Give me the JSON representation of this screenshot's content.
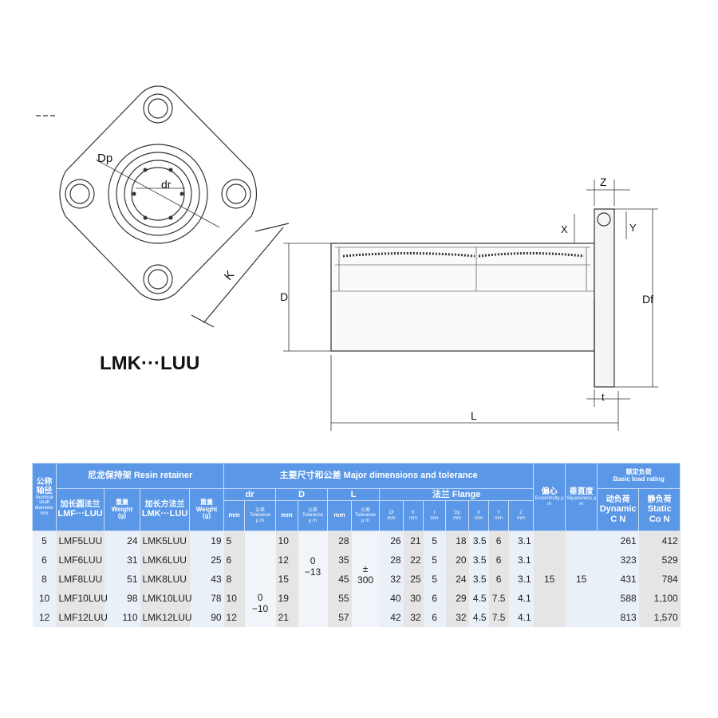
{
  "drawing": {
    "title": "LMK···LUU",
    "labels": {
      "Dp": "Dp",
      "dr": "dr",
      "K": "K",
      "D": "D",
      "L": "L",
      "Df": "Df",
      "Z": "Z",
      "X": "X",
      "Y": "Y",
      "t": "t"
    }
  },
  "table": {
    "h_shaft": {
      "cn": "公称轴径",
      "en": "Nominal shaft diameter mm"
    },
    "h_resin": "尼龙保持架  Resin retainer",
    "h_major": "主要尺寸和公差  Major dimensions and tolerance",
    "h_ecc": {
      "cn": "偏心",
      "en": "Eccentricity μ m"
    },
    "h_sq": {
      "cn": "垂直度",
      "en": "Squareness μ m"
    },
    "h_load": {
      "cn": "额定负荷",
      "en": "Basic load rating"
    },
    "h_lmf": {
      "cn": "加长圆法兰",
      "en": "LMF···LUU"
    },
    "h_lmk": {
      "cn": "加长方法兰",
      "en": "LMK···LUU"
    },
    "h_weight": {
      "cn": "重量",
      "en": "Weight",
      "unit": "(g)"
    },
    "h_dr": "dr",
    "h_D": "D",
    "h_L": "L",
    "h_flange": "法兰  Flange",
    "h_mm": "mm",
    "h_tol": {
      "cn": "公差",
      "en": "Tolerance",
      "unit": "μ m"
    },
    "h_flange_cols": [
      {
        "name": "Df",
        "unit": "mm"
      },
      {
        "name": "K",
        "unit": "mm"
      },
      {
        "name": "t",
        "unit": "mm"
      },
      {
        "name": "Dp",
        "unit": "mm"
      },
      {
        "name": "X",
        "unit": "mm"
      },
      {
        "name": "Y",
        "unit": "mm"
      },
      {
        "name": "Z",
        "unit": "mm"
      }
    ],
    "h_dyn": {
      "cn": "动负荷",
      "en": "Dynamic",
      "unit": "C N"
    },
    "h_stat": {
      "cn": "静负荷",
      "en": "Static",
      "unit": "Co N"
    },
    "rows": [
      {
        "shaft": "5",
        "lmf": "LMF5LUU",
        "w1": "24",
        "lmk": "LMK5LUU",
        "w2": "19",
        "dr": "5",
        "D": "10",
        "L": "28",
        "Df": "26",
        "K": "21",
        "t": "5",
        "Dp": "18",
        "X": "3.5",
        "Y": "6",
        "Z": "3.1",
        "dyn": "261",
        "stat": "412"
      },
      {
        "shaft": "6",
        "lmf": "LMF6LUU",
        "w1": "31",
        "lmk": "LMK6LUU",
        "w2": "25",
        "dr": "6",
        "D": "12",
        "L": "35",
        "Df": "28",
        "K": "22",
        "t": "5",
        "Dp": "20",
        "X": "3.5",
        "Y": "6",
        "Z": "3.1",
        "dyn": "323",
        "stat": "529"
      },
      {
        "shaft": "8",
        "lmf": "LMF8LUU",
        "w1": "51",
        "lmk": "LMK8LUU",
        "w2": "43",
        "dr": "8",
        "D": "15",
        "L": "45",
        "Df": "32",
        "K": "25",
        "t": "5",
        "Dp": "24",
        "X": "3.5",
        "Y": "6",
        "Z": "3.1",
        "dyn": "431",
        "stat": "784"
      },
      {
        "shaft": "10",
        "lmf": "LMF10LUU",
        "w1": "98",
        "lmk": "LMK10LUU",
        "w2": "78",
        "dr": "10",
        "D": "19",
        "L": "55",
        "Df": "40",
        "K": "30",
        "t": "6",
        "Dp": "29",
        "X": "4.5",
        "Y": "7.5",
        "Z": "4.1",
        "dyn": "588",
        "stat": "1,100"
      },
      {
        "shaft": "12",
        "lmf": "LMF12LUU",
        "w1": "110",
        "lmk": "LMK12LUU",
        "w2": "90",
        "dr": "12",
        "D": "21",
        "L": "57",
        "Df": "42",
        "K": "32",
        "t": "6",
        "Dp": "32",
        "X": "4.5",
        "Y": "7.5",
        "Z": "4.1",
        "dyn": "813",
        "stat": "1,570"
      }
    ],
    "dr_tol": {
      "upper": "0",
      "lower": "−10"
    },
    "D_tol": {
      "upper": "0",
      "lower": "−13"
    },
    "L_tol": "± 300",
    "ecc": "15",
    "sq": "15"
  }
}
